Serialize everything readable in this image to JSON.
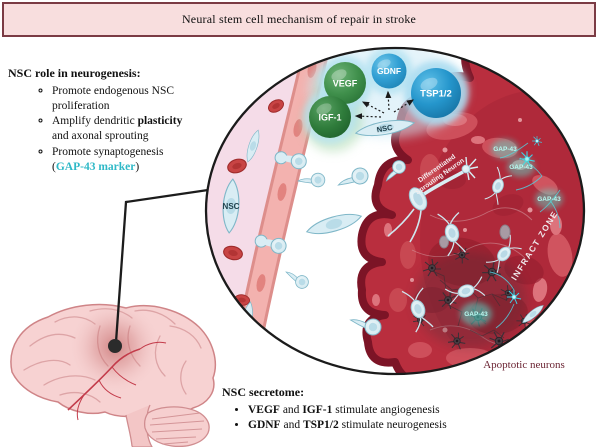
{
  "title": "Neural stem cell mechanism of repair in stroke",
  "left_panel": {
    "heading": "NSC role in neurogenesis:",
    "bullet1": "Promote endogenous NSC proliferation",
    "bullet2_pre": "Amplify dendritic ",
    "bullet2_bold": "plasticity",
    "bullet2_post": " and axonal sprouting",
    "bullet3_pre": "Promote synaptogenesis (",
    "bullet3_highlight": "GAP-43 marker",
    "bullet3_post": ")"
  },
  "secretome_panel": {
    "heading": "NSC secretome:",
    "bullet1_bold1": "VEGF",
    "bullet1_mid": " and ",
    "bullet1_bold2": "IGF-1",
    "bullet1_post": " stimulate angiogenesis",
    "bullet2_bold1": "GDNF",
    "bullet2_mid": " and ",
    "bullet2_bold2": "TSP1/2",
    "bullet2_post": " stimulate neurogenesis"
  },
  "diagram": {
    "factors": [
      {
        "label": "VEGF",
        "color": "#2f7c3c"
      },
      {
        "label": "GDNF",
        "color": "#2196c9"
      },
      {
        "label": "IGF-1",
        "color": "#266e33"
      },
      {
        "label": "TSP1/2",
        "color": "#1e88bd"
      }
    ],
    "nsc_secreting_label": "NSC",
    "nsc_vessel_label": "NSC",
    "sprouting_neuron_label_line1": "Differentiated",
    "sprouting_neuron_label_line2": "Sprouting Neuron",
    "infarct_zone_label": "INFRACT ZONE",
    "gap43_marker_label": "GAP-43",
    "apoptotic_caption": "Apoptotic neurons"
  },
  "colors": {
    "title_bg": "#f8dede",
    "title_border": "#7b3b44",
    "gap43_text_cyan": "#2fb9c7",
    "infarct_red": "#b92e3e",
    "infarct_rim": "#7c1426",
    "vessel_lumen_pink": "#f5dce8",
    "vessel_wall_pink": "#f3b2af",
    "nsc_cell_blue": "#d9edf4",
    "apoptotic_caption_color": "#6b2433"
  }
}
